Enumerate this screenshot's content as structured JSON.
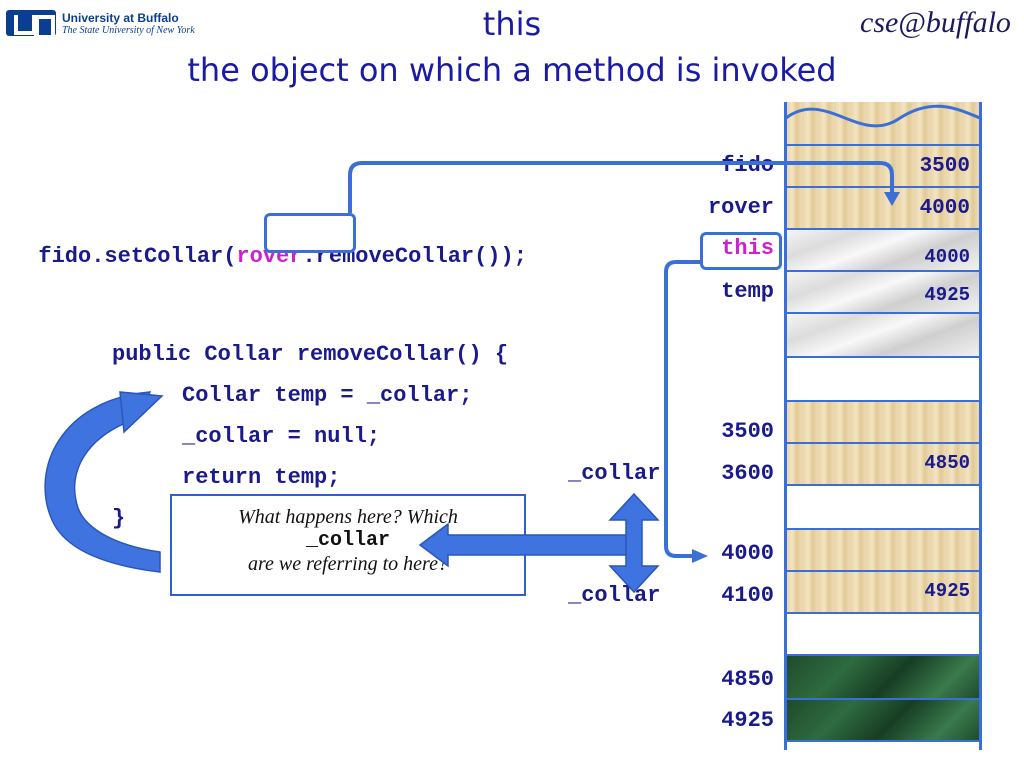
{
  "header": {
    "logo_name": "University at Buffalo",
    "logo_sub": "The State University of New York",
    "brand": "cse@buffalo",
    "title_line1": "this",
    "title_line2": "the object on which a method is invoked"
  },
  "code": {
    "call_prefix": "fido.setCollar(",
    "call_arg": "rover",
    "call_suffix": ".removeCollar());",
    "line1": "public Collar removeCollar() {",
    "line2": "Collar temp = _collar;",
    "line3": "_collar = null;",
    "line4": "return temp;",
    "line5": "}"
  },
  "callout": {
    "line1": "What happens here?  Which",
    "line2": "_collar",
    "line3": "are we referring to here?"
  },
  "memory": {
    "labels": {
      "fido": "fido",
      "rover": "rover",
      "this": "this",
      "temp": "temp",
      "a3500": "3500",
      "collar1": "_collar",
      "a3600": "3600",
      "a4000": "4000",
      "collar2": "_collar",
      "a4100": "4100",
      "a4850": "4850",
      "a4925": "4925"
    },
    "values": {
      "fido": "3500",
      "rover": "4000",
      "this": "4000",
      "temp": "4925",
      "a3600": "4850",
      "a4100": "4925"
    }
  },
  "colors": {
    "accent": "#3b6fd8",
    "code": "#1a1a8c",
    "highlight": "#cc22cc",
    "title": "#1a1aa6"
  }
}
